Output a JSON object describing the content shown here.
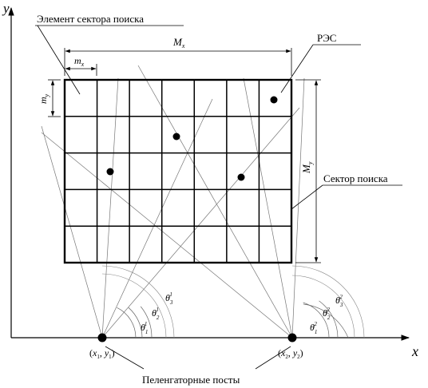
{
  "labels": {
    "axis_y": "y",
    "axis_x": "x",
    "search_element": "Элемент сектора поиска",
    "res": "РЭС",
    "search_sector": "Сектор поиска",
    "df_posts": "Пеленгаторные посты"
  },
  "dimensions": {
    "Mx": {
      "base": "M",
      "sub": "x"
    },
    "mx": {
      "base": "m",
      "sub": "x"
    },
    "My": {
      "base": "M",
      "sub": "y"
    },
    "my": {
      "base": "m",
      "sub": "y"
    }
  },
  "grid": {
    "columns": 7,
    "rows": 5
  },
  "posts": [
    {
      "x_base": "x",
      "x_sub": "1",
      "y_base": "y",
      "y_sub": "1"
    },
    {
      "x_base": "x",
      "x_sub": "2",
      "y_base": "y",
      "y_sub": "2"
    }
  ],
  "angles": [
    {
      "base": "θ",
      "sub": "1",
      "sup": "1"
    },
    {
      "base": "θ",
      "sub": "2",
      "sup": "1"
    },
    {
      "base": "θ",
      "sub": "3",
      "sup": "1"
    },
    {
      "base": "θ",
      "sub": "1",
      "sup": "2"
    },
    {
      "base": "θ",
      "sub": "2",
      "sup": "2"
    },
    {
      "base": "θ",
      "sub": "3",
      "sup": "2"
    }
  ],
  "sources_count": 4
}
